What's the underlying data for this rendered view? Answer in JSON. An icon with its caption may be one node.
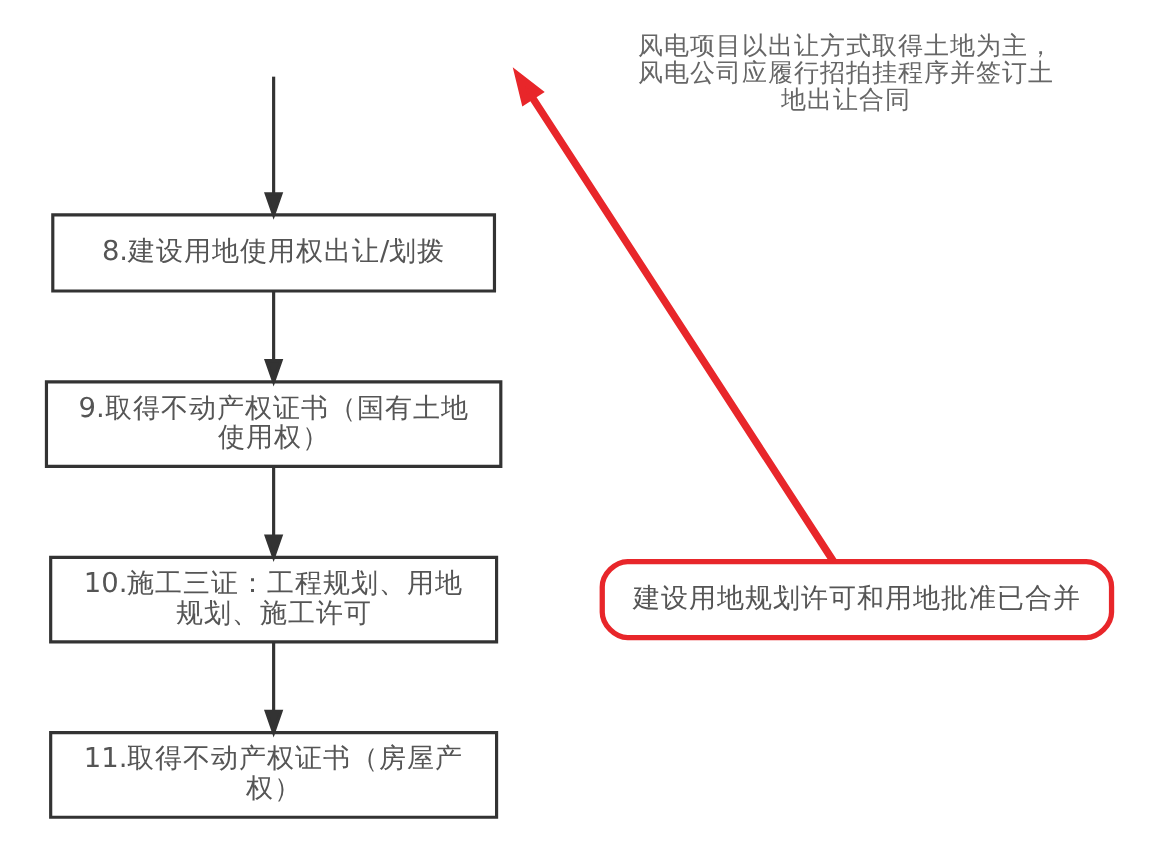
{
  "diagram": {
    "nodes": [
      {
        "text": [
          "8.建设用地使用权出让/划拨"
        ]
      },
      {
        "text": [
          "9.取得不动产权证书（国有土地使用权）"
        ]
      },
      {
        "text": [
          "10.施工三证：工程规划、用地规划、施工许可"
        ]
      },
      {
        "text": [
          "11.取得不动产权证书（房屋产权）"
        ]
      },
      {
        "text": [
          "建设用地规划许可和用地批准已合并"
        ]
      }
    ],
    "edges": [
      {
        "from": null,
        "to": 0,
        "arrow": "to"
      },
      {
        "from": 0,
        "to": 1,
        "arrow": "to"
      },
      {
        "from": 1,
        "to": 2,
        "arrow": "to"
      },
      {
        "from": 2,
        "to": 3,
        "arrow": "to"
      },
      {
        "from": 4,
        "to": null,
        "arrow": "to",
        "style": "thick",
        "color": "#e8262a"
      }
    ],
    "labels": [
      "风电项目以出让方式取得土地为主，风电公司应履行招拍挂程序并签订土地出让合同"
    ]
  }
}
